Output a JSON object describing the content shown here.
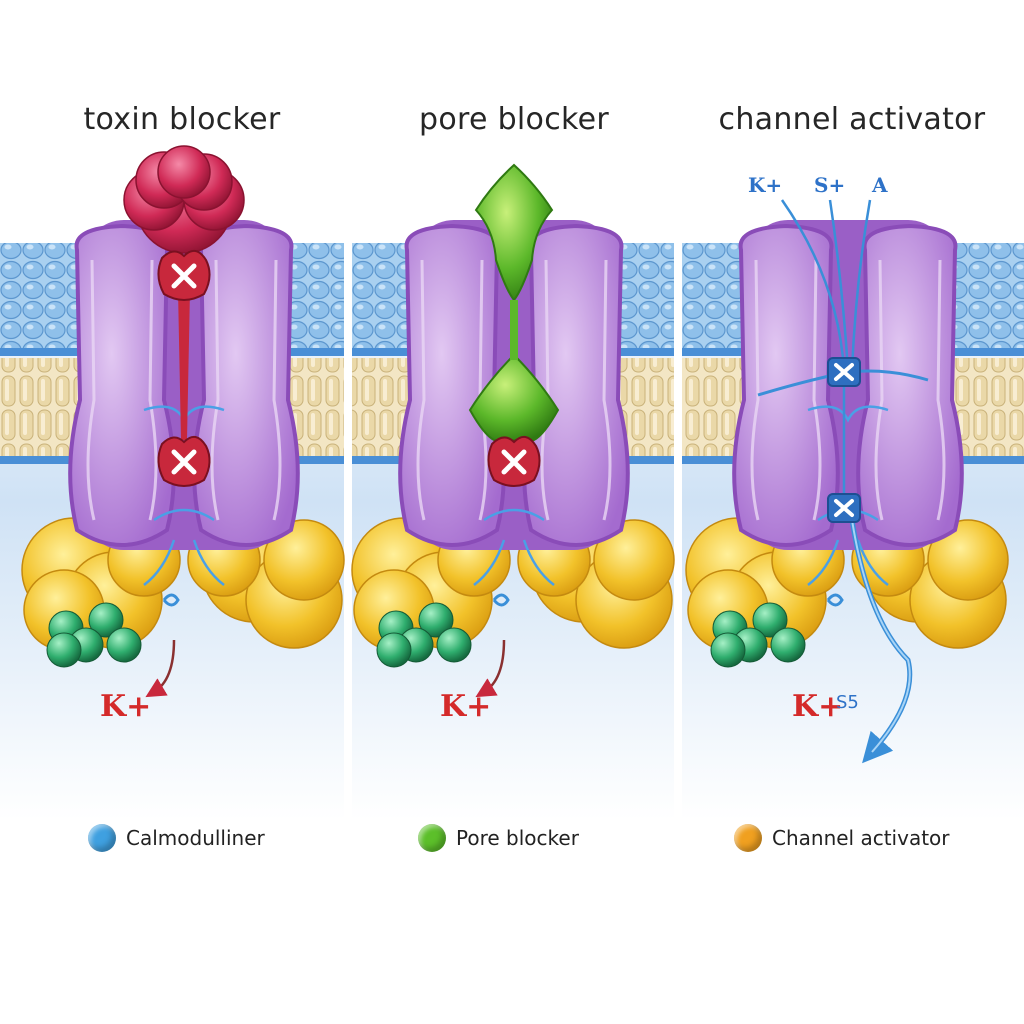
{
  "panels": [
    {
      "title": "toxin blocker",
      "ion_label": "K+",
      "legend_label": "Calmodulliner"
    },
    {
      "title": "pore blocker",
      "ion_label": "K+",
      "legend_label": "Pore blocker"
    },
    {
      "title": "channel activator",
      "ion_label": "K+",
      "ion_label_extra": "S5",
      "legend_label": "Channel activator",
      "top_ions": [
        "K+",
        "S+",
        "A"
      ]
    }
  ],
  "colors": {
    "head_group": "#7fb6e6",
    "lipid_tail": "#e9d9b0",
    "channel": "#b07fd6",
    "channel_inner": "#cfa8e6",
    "base_yellow": "#f2c22a",
    "calmodulin_green": "#2fae6e",
    "toxin_red": "#c8283c",
    "pore_green": "#58b62a",
    "ion_red": "#d42a2a",
    "ion_blue": "#2e72c8",
    "flow_blue": "#3a8fd8",
    "legend_blue": "#3fa0e0",
    "legend_green": "#5cbf2a",
    "legend_orange": "#f0a020"
  }
}
